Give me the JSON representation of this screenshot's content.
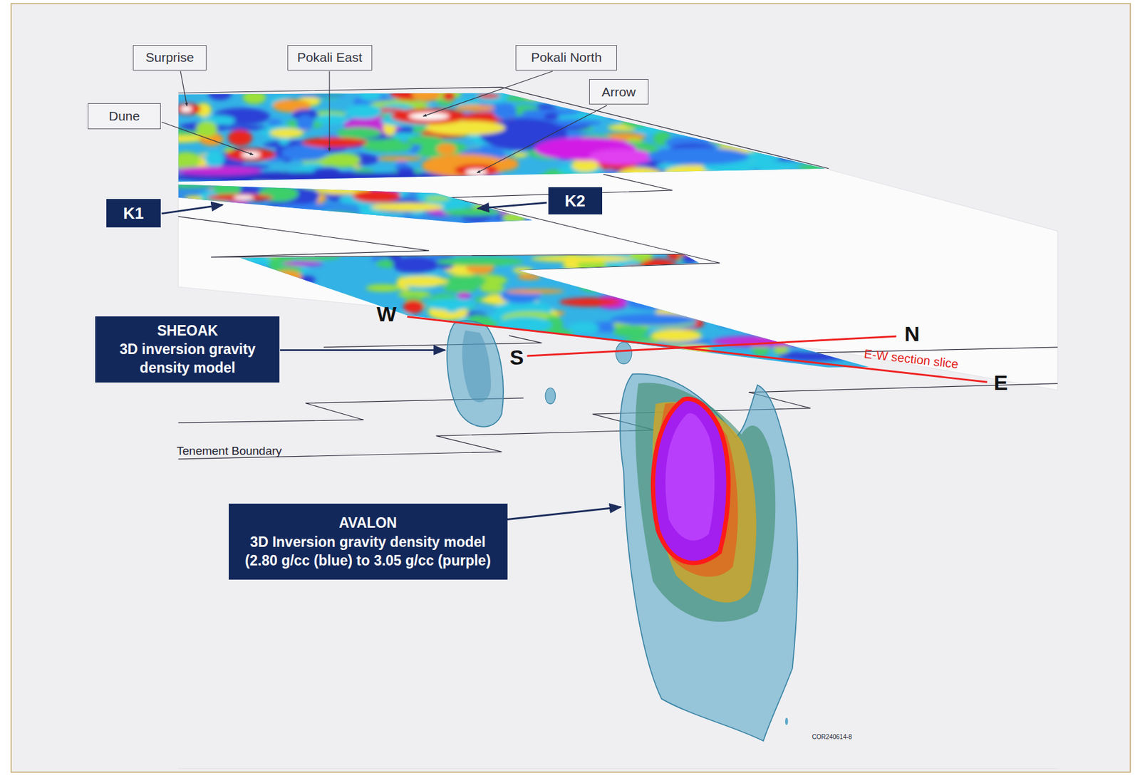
{
  "diagram": {
    "nodes": [
      {
        "text": [
          "Surprise"
        ]
      },
      {
        "text": [
          "Pokali East"
        ]
      },
      {
        "text": [
          "Pokali North"
        ]
      },
      {
        "text": [
          "Arrow"
        ]
      },
      {
        "text": [
          "Dune"
        ]
      },
      {
        "text": [
          "K1"
        ]
      },
      {
        "text": [
          "K2"
        ]
      },
      {
        "text": [
          "SHEOAK",
          "3D inversion gravity density model"
        ]
      },
      {
        "text": [
          "AVALON",
          "3D Inversion gravity density model (2.80 g/cc (blue) to 3.05 g/cc (purple)"
        ]
      }
    ],
    "labels": [
      "W",
      "S",
      "N",
      "E",
      "E-W section slice",
      "Tenement Boundary",
      "COR240614-8"
    ]
  }
}
